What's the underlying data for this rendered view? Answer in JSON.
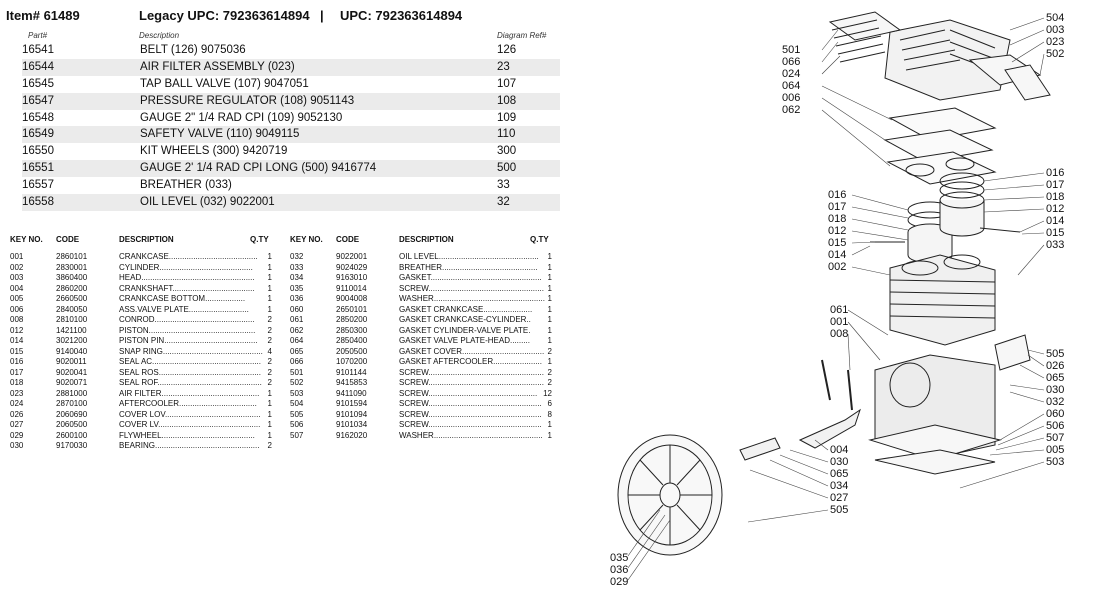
{
  "header": {
    "item": "Item# 61489",
    "legacy": "Legacy UPC:  792363614894",
    "sep": "|",
    "upc": "UPC:  792363614894"
  },
  "parts_table": {
    "headers": [
      "Part#",
      "Description",
      "Diagram Ref#"
    ],
    "rows": [
      [
        "16541",
        "BELT (126) 9075036",
        "126"
      ],
      [
        "16544",
        "AIR FILTER ASSEMBLY (023)",
        "23"
      ],
      [
        "16545",
        "TAP BALL VALVE (107) 9047051",
        "107"
      ],
      [
        "16547",
        "PRESSURE REGULATOR (108) 9051143",
        "108"
      ],
      [
        "16548",
        "GAUGE 2\" 1/4 RAD CPI (109) 9052130",
        "109"
      ],
      [
        "16549",
        "SAFETY VALVE (110) 9049115",
        "110"
      ],
      [
        "16550",
        "KIT WHEELS (300) 9420719",
        "300"
      ],
      [
        "16551",
        "GAUGE 2' 1/4 RAD CPI LONG (500) 9416774",
        "500"
      ],
      [
        "16557",
        "BREATHER (033)",
        "33"
      ],
      [
        "16558",
        "OIL LEVEL (032) 9022001",
        "32"
      ]
    ]
  },
  "key_table": {
    "headers": [
      "KEY NO.",
      "CODE",
      "DESCRIPTION",
      "Q.TY"
    ],
    "left": [
      [
        "001",
        "2860101",
        "CRANKCASE........................................",
        "1"
      ],
      [
        "002",
        "2830001",
        "CYLINDER..........................................",
        "1"
      ],
      [
        "003",
        "3860400",
        "HEAD...................................................",
        "1"
      ],
      [
        "004",
        "2860200",
        "CRANKSHAFT.....................................",
        "1"
      ],
      [
        "005",
        "2660500",
        "CRANKCASE BOTTOM..................",
        "1"
      ],
      [
        "006",
        "2840050",
        "ASS.VALVE PLATE...........................",
        "1"
      ],
      [
        "008",
        "2810100",
        "CONROD.............................................",
        "2"
      ],
      [
        "012",
        "1421100",
        "PISTON................................................",
        "2"
      ],
      [
        "014",
        "3021200",
        "PISTON PIN..........................................",
        "2"
      ],
      [
        "015",
        "9140040",
        "SNAP RING.............................................",
        "4"
      ],
      [
        "016",
        "9020011",
        "SEAL AC.................................................",
        "2"
      ],
      [
        "017",
        "9020041",
        "SEAL ROS..............................................",
        "2"
      ],
      [
        "018",
        "9020071",
        "SEAL ROF...............................................",
        "2"
      ],
      [
        "023",
        "2881000",
        "AIR FILTER............................................",
        "1"
      ],
      [
        "024",
        "2870100",
        "AFTERCOOLER...................................",
        "1"
      ],
      [
        "026",
        "2060690",
        "COVER LOV...........................................",
        "1"
      ],
      [
        "027",
        "2060500",
        "COVER LV..............................................",
        "1"
      ],
      [
        "029",
        "2600100",
        "FLYWHEEL..........................................",
        "1"
      ],
      [
        "030",
        "9170030",
        "BEARING...............................................",
        "2"
      ]
    ],
    "right": [
      [
        "032",
        "9022001",
        "OIL LEVEL.............................................",
        "1"
      ],
      [
        "033",
        "9024029",
        "BREATHER...........................................",
        "1"
      ],
      [
        "034",
        "9163010",
        "GASKET..................................................",
        "1"
      ],
      [
        "035",
        "9110014",
        "SCREW....................................................",
        "1"
      ],
      [
        "036",
        "9004008",
        "WASHER..................................................",
        "1"
      ],
      [
        "060",
        "2650101",
        "GASKET CRANKCASE......................",
        "1"
      ],
      [
        "061",
        "2850200",
        "GASKET CRANKCASE-CYLINDER..",
        "1"
      ],
      [
        "062",
        "2850300",
        "GASKET CYLINDER-VALVE PLATE.",
        "1"
      ],
      [
        "064",
        "2850400",
        "GASKET VALVE PLATE-HEAD.........",
        "1"
      ],
      [
        "065",
        "2050500",
        "GASKET COVER.....................................",
        "2"
      ],
      [
        "066",
        "1070200",
        "GASKET AFTERCOOLER......................",
        "1"
      ],
      [
        "501",
        "9101144",
        "SCREW....................................................",
        "2"
      ],
      [
        "502",
        "9415853",
        "SCREW....................................................",
        "2"
      ],
      [
        "503",
        "9411090",
        "SCREW.................................................",
        "12"
      ],
      [
        "504",
        "9101594",
        "SCREW...................................................",
        "6"
      ],
      [
        "505",
        "9101094",
        "SCREW...................................................",
        "8"
      ],
      [
        "506",
        "9101034",
        "SCREW...................................................",
        "1"
      ],
      [
        "507",
        "9162020",
        "WASHER.................................................",
        "1"
      ]
    ]
  },
  "diagram_labels": [
    "501",
    "066",
    "024",
    "064",
    "006",
    "062",
    "504",
    "003",
    "023",
    "502",
    "016",
    "017",
    "018",
    "012",
    "014",
    "015",
    "033",
    "016",
    "017",
    "018",
    "012",
    "015",
    "014",
    "002",
    "061",
    "001",
    "008",
    "505",
    "026",
    "065",
    "030",
    "032",
    "060",
    "506",
    "507",
    "005",
    "503",
    "004",
    "030",
    "065",
    "034",
    "027",
    "505",
    "035",
    "036",
    "029"
  ]
}
